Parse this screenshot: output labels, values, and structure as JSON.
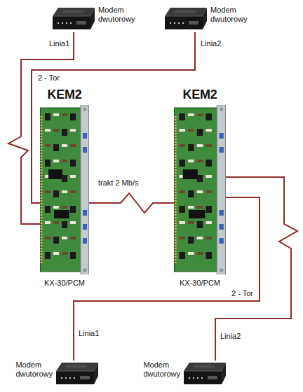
{
  "diagram": {
    "nodes": [
      {
        "text": [
          "Modem dwutorowy"
        ]
      },
      {
        "text": [
          "Modem dwutorowy"
        ]
      },
      {
        "text": [
          "KEM2",
          "KX-30/PCM"
        ]
      },
      {
        "text": [
          "KEM2",
          "KX-30/PCM"
        ]
      },
      {
        "text": [
          "Modem dwutorowy"
        ]
      },
      {
        "text": [
          "Modem dwutorowy"
        ]
      }
    ],
    "edges": [
      {
        "from": 0,
        "to": 2,
        "label": "Linia1",
        "arrow": "none"
      },
      {
        "from": 1,
        "to": 2,
        "label": "Linia2",
        "arrow": "none"
      },
      {
        "from": 2,
        "to": 3,
        "label": "trakt 2 Mb/s",
        "arrow": "none"
      },
      {
        "from": 3,
        "to": 4,
        "label": "Linia1",
        "arrow": "none"
      },
      {
        "from": 3,
        "to": 5,
        "label": "Linia2",
        "arrow": "none"
      }
    ],
    "labels": [
      "2 - Tor",
      "2 - Tor"
    ]
  }
}
